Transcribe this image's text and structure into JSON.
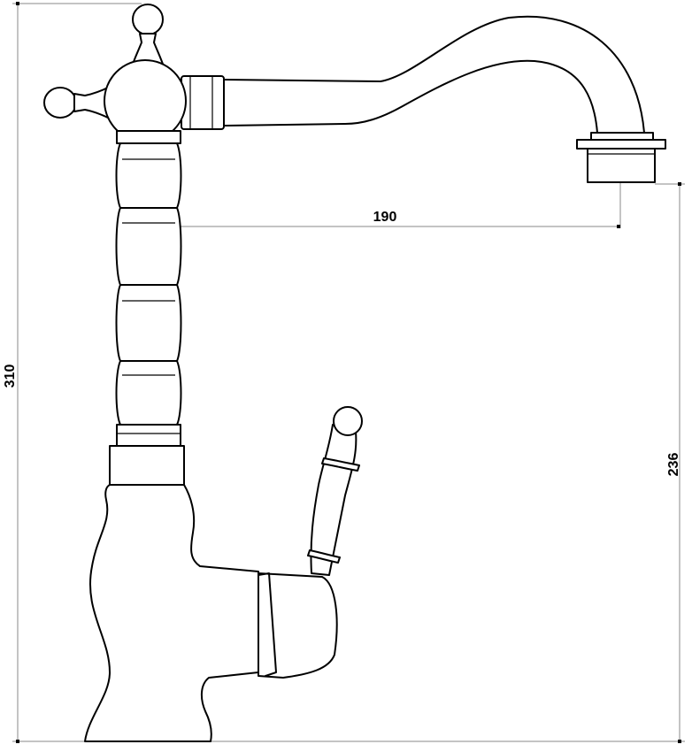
{
  "dimensions": {
    "spout_reach": "190",
    "total_height": "310",
    "spout_height": "236"
  },
  "colors": {
    "outline": "#000000",
    "dimension_line": "#8a8a8a",
    "background": "#ffffff"
  }
}
